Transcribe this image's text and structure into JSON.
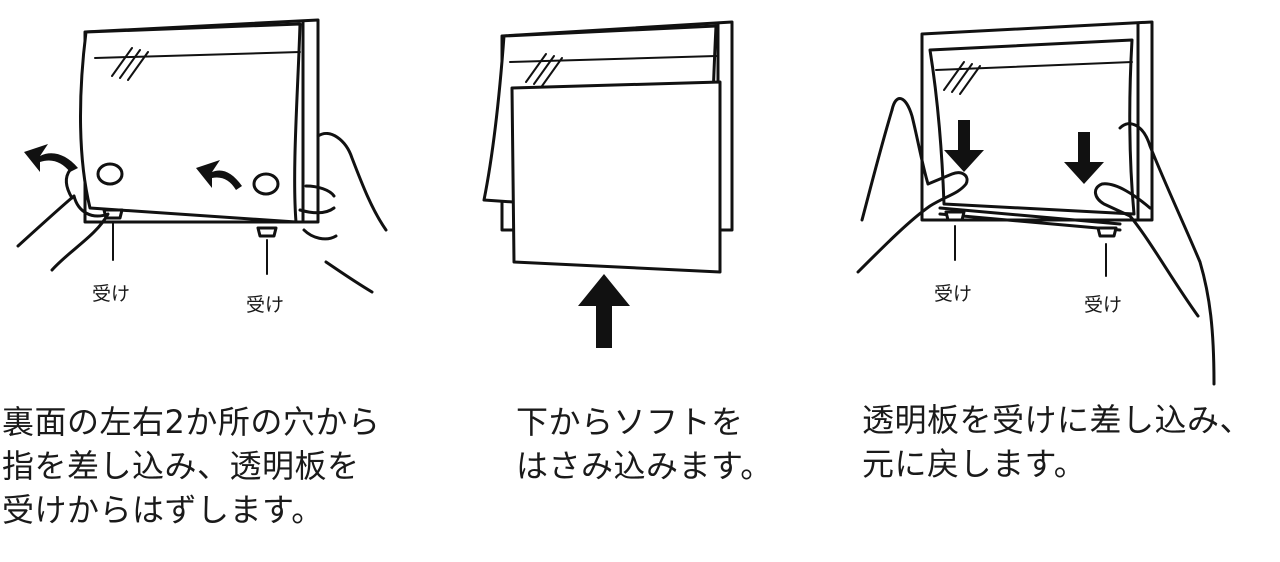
{
  "steps": [
    {
      "caption": [
        "裏面の左右2か所の穴から",
        "指を差し込み、透明板を",
        "受けからはずします。"
      ],
      "labels": [
        "受け",
        "受け"
      ]
    },
    {
      "caption": [
        "下からソフトを",
        "はさみ込みます。"
      ],
      "labels": []
    },
    {
      "caption": [
        "透明板を受けに差し込み、",
        "元に戻します。"
      ],
      "labels": [
        "受け",
        "受け"
      ]
    }
  ]
}
